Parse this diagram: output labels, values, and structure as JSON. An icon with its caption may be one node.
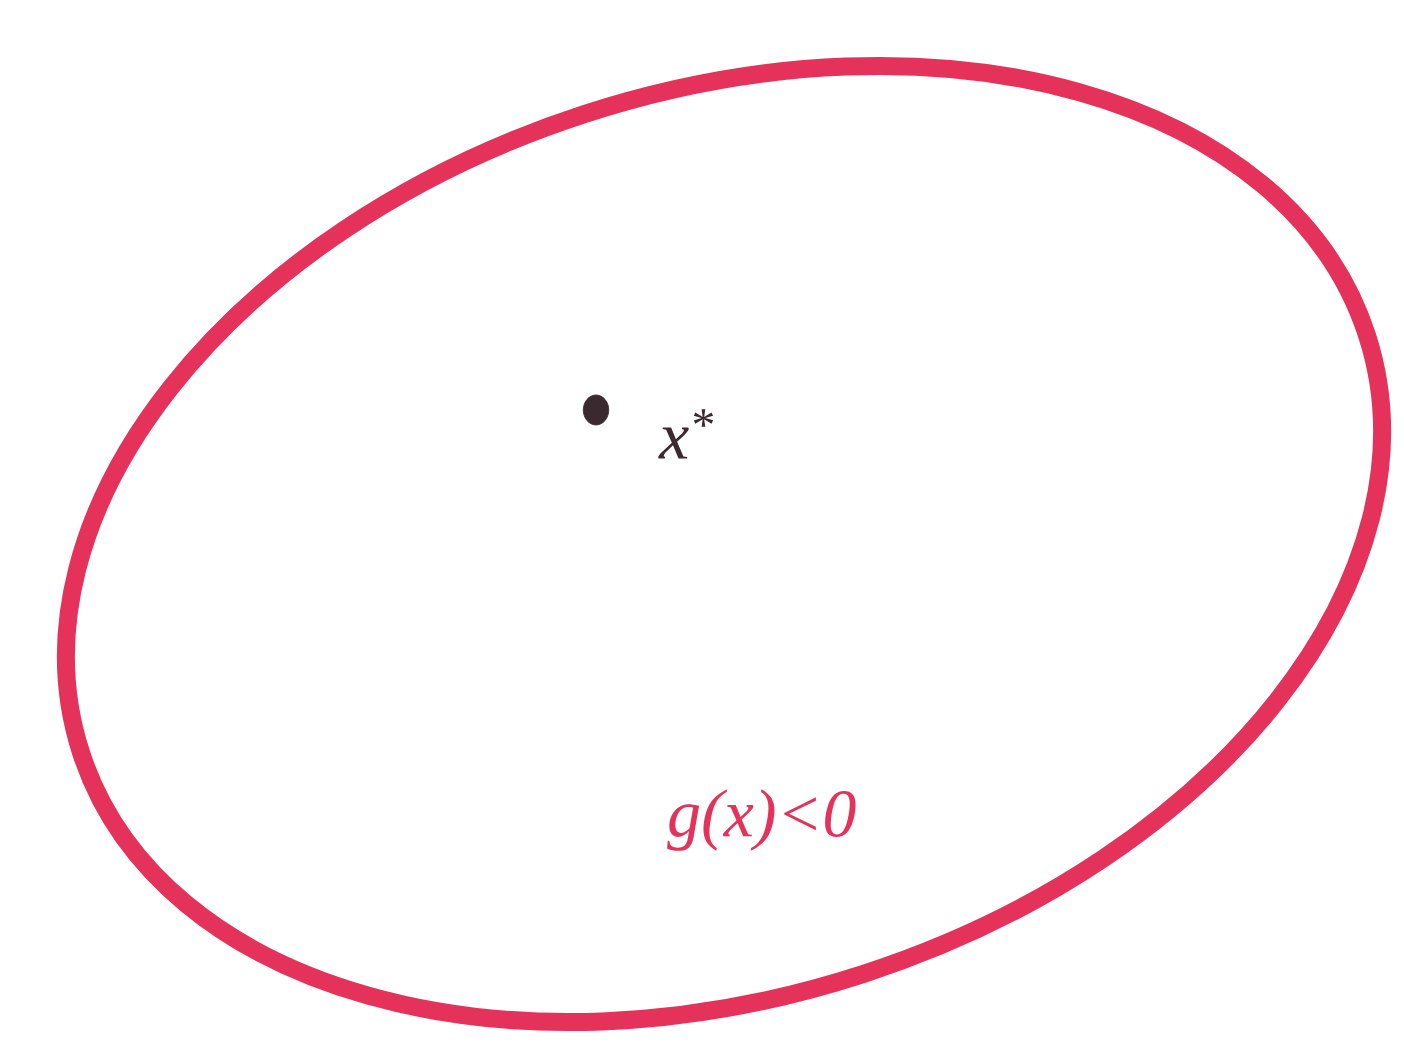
{
  "diagram": {
    "nodes": [
      {
        "text": [
          "g(x)<0"
        ]
      },
      {
        "text": [],
        "shape": "circle",
        "in": 0,
        "beside": [
          "x$^{*}$"
        ]
      }
    ]
  }
}
